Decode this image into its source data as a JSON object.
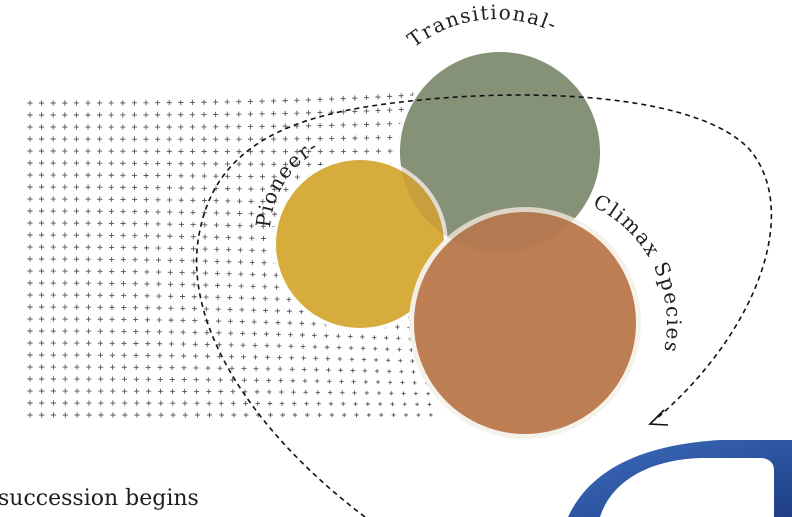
{
  "labels": {
    "pioneer": "Pioneer-",
    "transitional": "Transitional-",
    "climax": "Climax Species"
  },
  "caption": "succession begins",
  "colors": {
    "pioneer": "#d2a52b",
    "transitional": "#7c9478",
    "climax": "#b8774a",
    "accent_blue": "#2f5fae"
  }
}
